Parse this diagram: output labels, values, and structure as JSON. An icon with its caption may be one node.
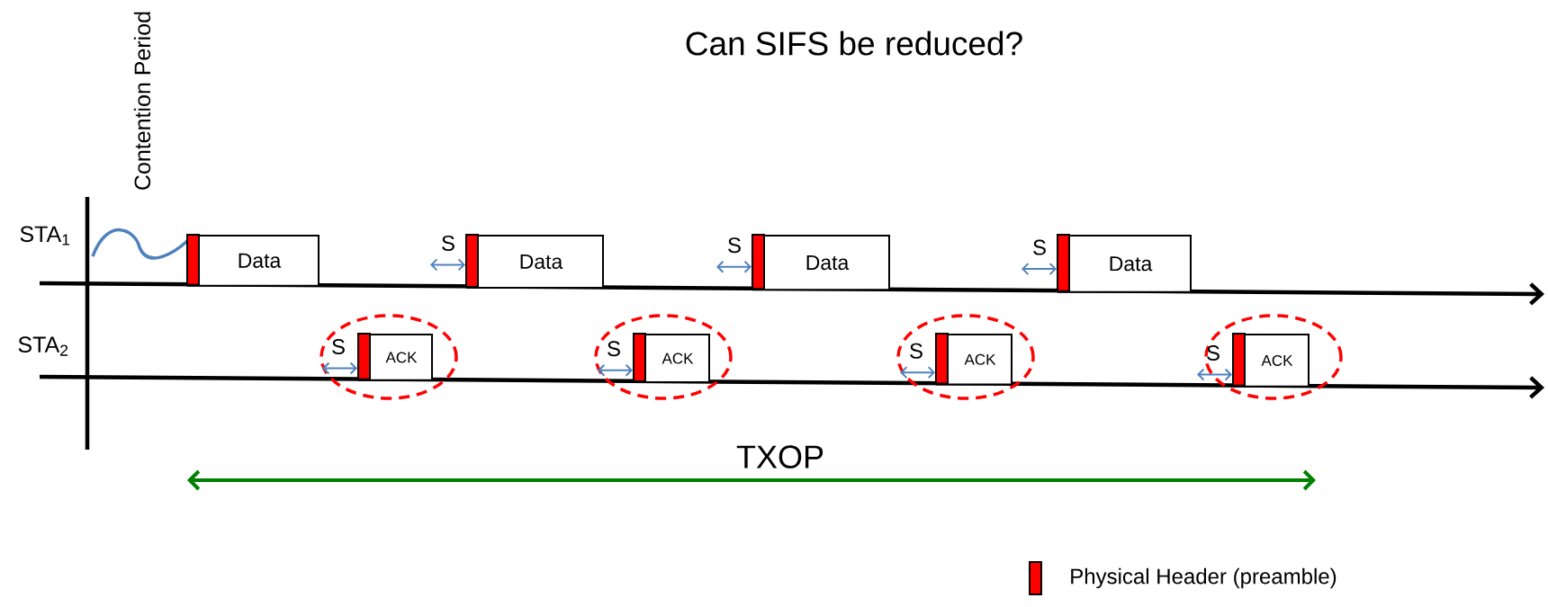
{
  "diagram": {
    "title": "Can SIFS be reduced?",
    "nodes": [
      {
        "text": [
          "Data"
        ]
      },
      {
        "text": [
          "ACK"
        ],
        "beside": [
          "S"
        ]
      },
      {
        "text": [
          "Data"
        ],
        "beside": [
          "S"
        ]
      },
      {
        "text": [
          "ACK"
        ],
        "beside": [
          "S"
        ]
      },
      {
        "text": [
          "Data"
        ],
        "beside": [
          "S"
        ]
      },
      {
        "text": [
          "ACK"
        ],
        "beside": [
          "S"
        ]
      },
      {
        "text": [
          "Data"
        ],
        "beside": [
          "S"
        ]
      },
      {
        "text": [
          "ACK"
        ],
        "beside": [
          "S"
        ]
      }
    ],
    "labels": [
      "Contention Period",
      "STA$_{1}$",
      "STA$_{2}$",
      "TXOP"
    ],
    "legend": [
      {
        "text": "Physical Header (preamble)",
        "color": "#ff0000"
      }
    ]
  }
}
